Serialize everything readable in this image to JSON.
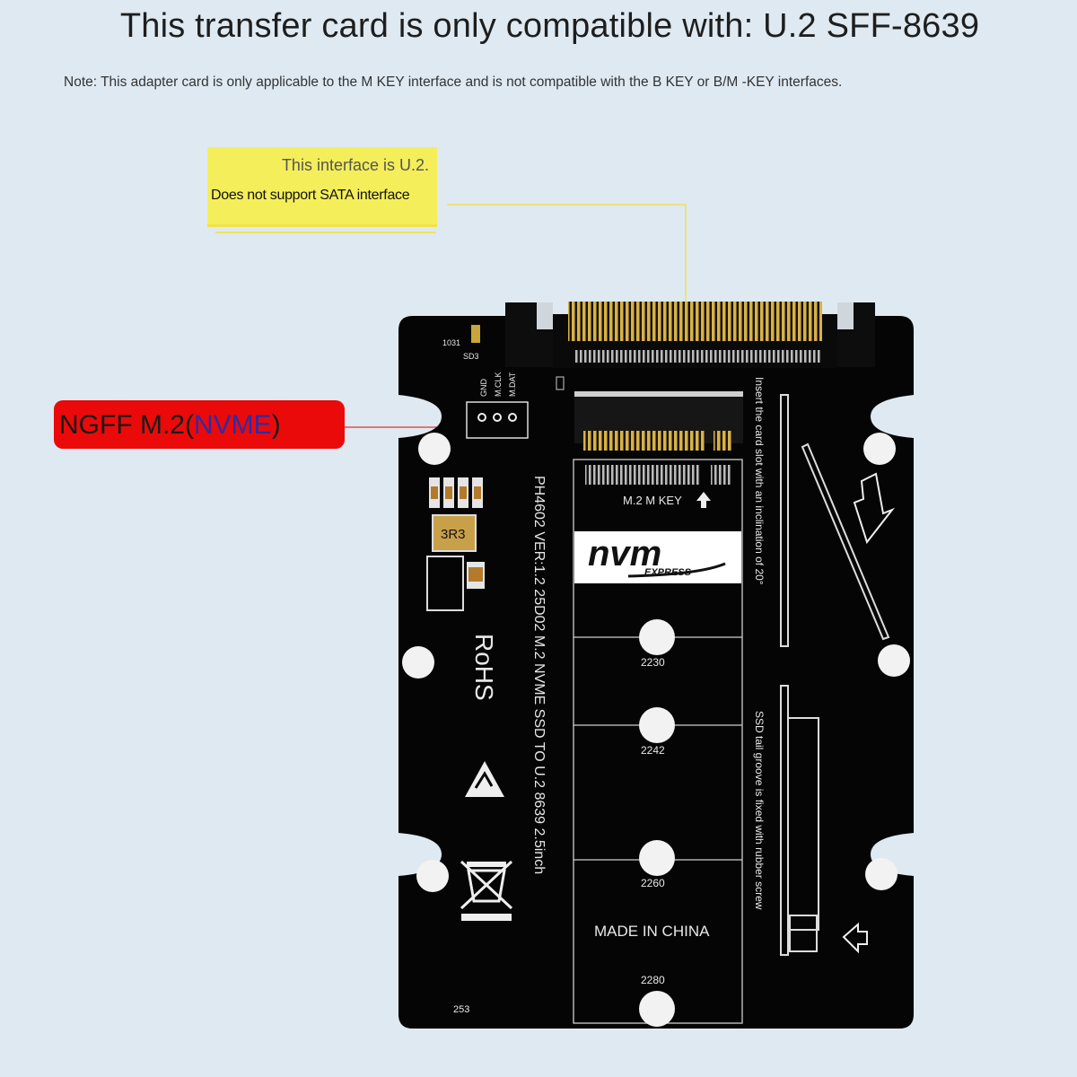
{
  "headline": "This transfer card is only compatible with: U.2 SFF-8639",
  "note": "Note: This adapter card is only applicable to the M KEY interface and is not compatible with the B KEY or B/M -KEY interfaces.",
  "yellow_callout": {
    "line1": "This interface is U.2.",
    "line2": "Does not support SATA interface"
  },
  "red_callout": {
    "prefix": "NGFF M.2(",
    "highlight": "NVME",
    "suffix": ")"
  },
  "board": {
    "pin_labels": [
      "GND",
      "M.CLK",
      "M.DAT"
    ],
    "model_text": "PH4602   VER:1.2   25D02      M.2 NVME SSD TO U.2 8639 2.5inch",
    "rohs": "RoHS",
    "inductor": "3R3",
    "m2_key_label": "M.2 M KEY",
    "nvm_logo": "nvm",
    "nvm_sub": "EXPRESS",
    "hole_labels": [
      "2230",
      "2242",
      "2260",
      "2280"
    ],
    "made_in": "MADE IN CHINA",
    "side_text_top": "Insert the card slot with an inclination of 20°",
    "side_text_bottom": "SSD tail groove is fixed with rubber screw",
    "board_code_top": "1031",
    "board_code_top2": "SD3",
    "board_code_bottom": "253"
  },
  "colors": {
    "background": "#dfe9f1",
    "board": "#050505",
    "highlight_yellow": "#f4ee5a",
    "highlight_red": "#ea0a0a",
    "gold": "#c9a53a"
  }
}
